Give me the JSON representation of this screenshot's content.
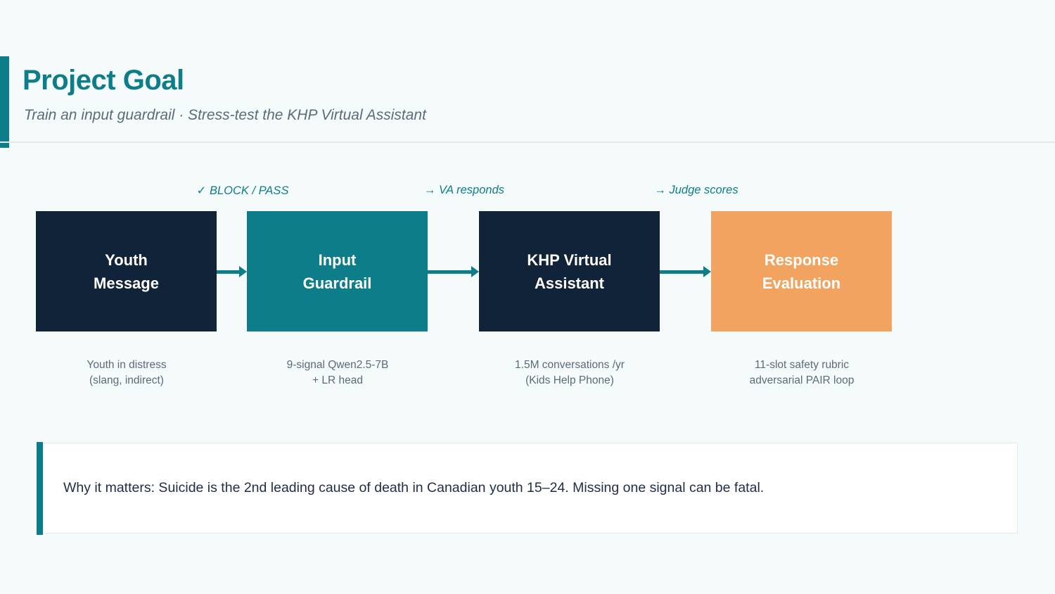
{
  "colors": {
    "teal": "#0e7d8a",
    "navy": "#112338",
    "orange": "#f2a360",
    "muted_text": "#5a6b7c",
    "dark_text": "#1e2d49",
    "background": "#f5fafa"
  },
  "header": {
    "title": "Project Goal",
    "subtitle": "Train an input guardrail · Stress-test the KHP Virtual Assistant"
  },
  "flow": {
    "arrow_labels": [
      {
        "text": "✓ BLOCK / PASS"
      },
      {
        "text": "→ VA responds"
      },
      {
        "text": "→ Judge scores"
      }
    ],
    "nodes": [
      {
        "title_line1": "Youth",
        "title_line2": "Message",
        "caption_line1": "Youth in distress",
        "caption_line2": "(slang, indirect)",
        "color": "#112338"
      },
      {
        "title_line1": "Input",
        "title_line2": "Guardrail",
        "caption_line1": "9-signal Qwen2.5-7B",
        "caption_line2": "+ LR head",
        "color": "#0e7d8a"
      },
      {
        "title_line1": "KHP Virtual",
        "title_line2": "Assistant",
        "caption_line1": "1.5M conversations /yr",
        "caption_line2": "(Kids Help Phone)",
        "color": "#112338"
      },
      {
        "title_line1": "Response",
        "title_line2": "Evaluation",
        "caption_line1": "11-slot safety rubric",
        "caption_line2": "adversarial PAIR loop",
        "color": "#f2a360"
      }
    ]
  },
  "callout": {
    "text": "Why it matters: Suicide is the 2nd leading cause of death in Canadian youth 15–24. Missing one signal can be fatal."
  }
}
